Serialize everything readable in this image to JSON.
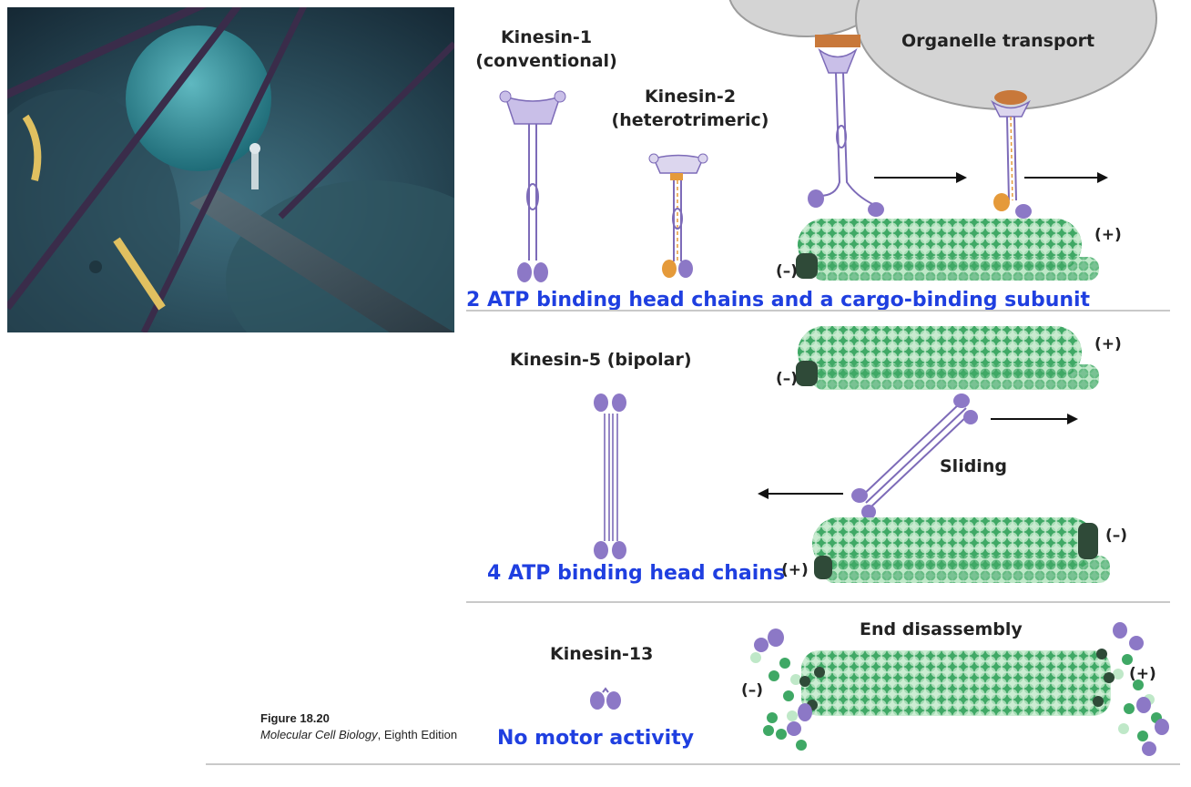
{
  "figure": {
    "number": "Figure 18.20",
    "book_title": "Molecular Cell Biology",
    "edition": ", Eighth Edition"
  },
  "panel1": {
    "kinesin1_line1": "Kinesin-1",
    "kinesin1_line2": "(conventional)",
    "kinesin2_line1": "Kinesin-2",
    "kinesin2_line2": "(heterotrimeric)",
    "title": "Organelle transport",
    "plus": "(+)",
    "minus": "(–)",
    "note": "2 ATP binding head chains and a cargo-binding subunit"
  },
  "panel2": {
    "kinesin5": "Kinesin-5 (bipolar)",
    "title": "Sliding",
    "top_plus": "(+)",
    "top_minus": "(–)",
    "bottom_minus": "(–)",
    "bottom_plus": "(+)",
    "note": "4 ATP binding head chains"
  },
  "panel3": {
    "kinesin13": "Kinesin-13",
    "title": "End disassembly",
    "minus": "(–)",
    "plus": "(+)",
    "note": "No motor activity"
  },
  "colors": {
    "annotation_blue": "#1f3fe0",
    "microtubule_green": "#3fa865",
    "microtubule_light": "#bfe8c8",
    "motor_purple": "#8c78c6",
    "cargo_gray": "#d4d4d4"
  }
}
